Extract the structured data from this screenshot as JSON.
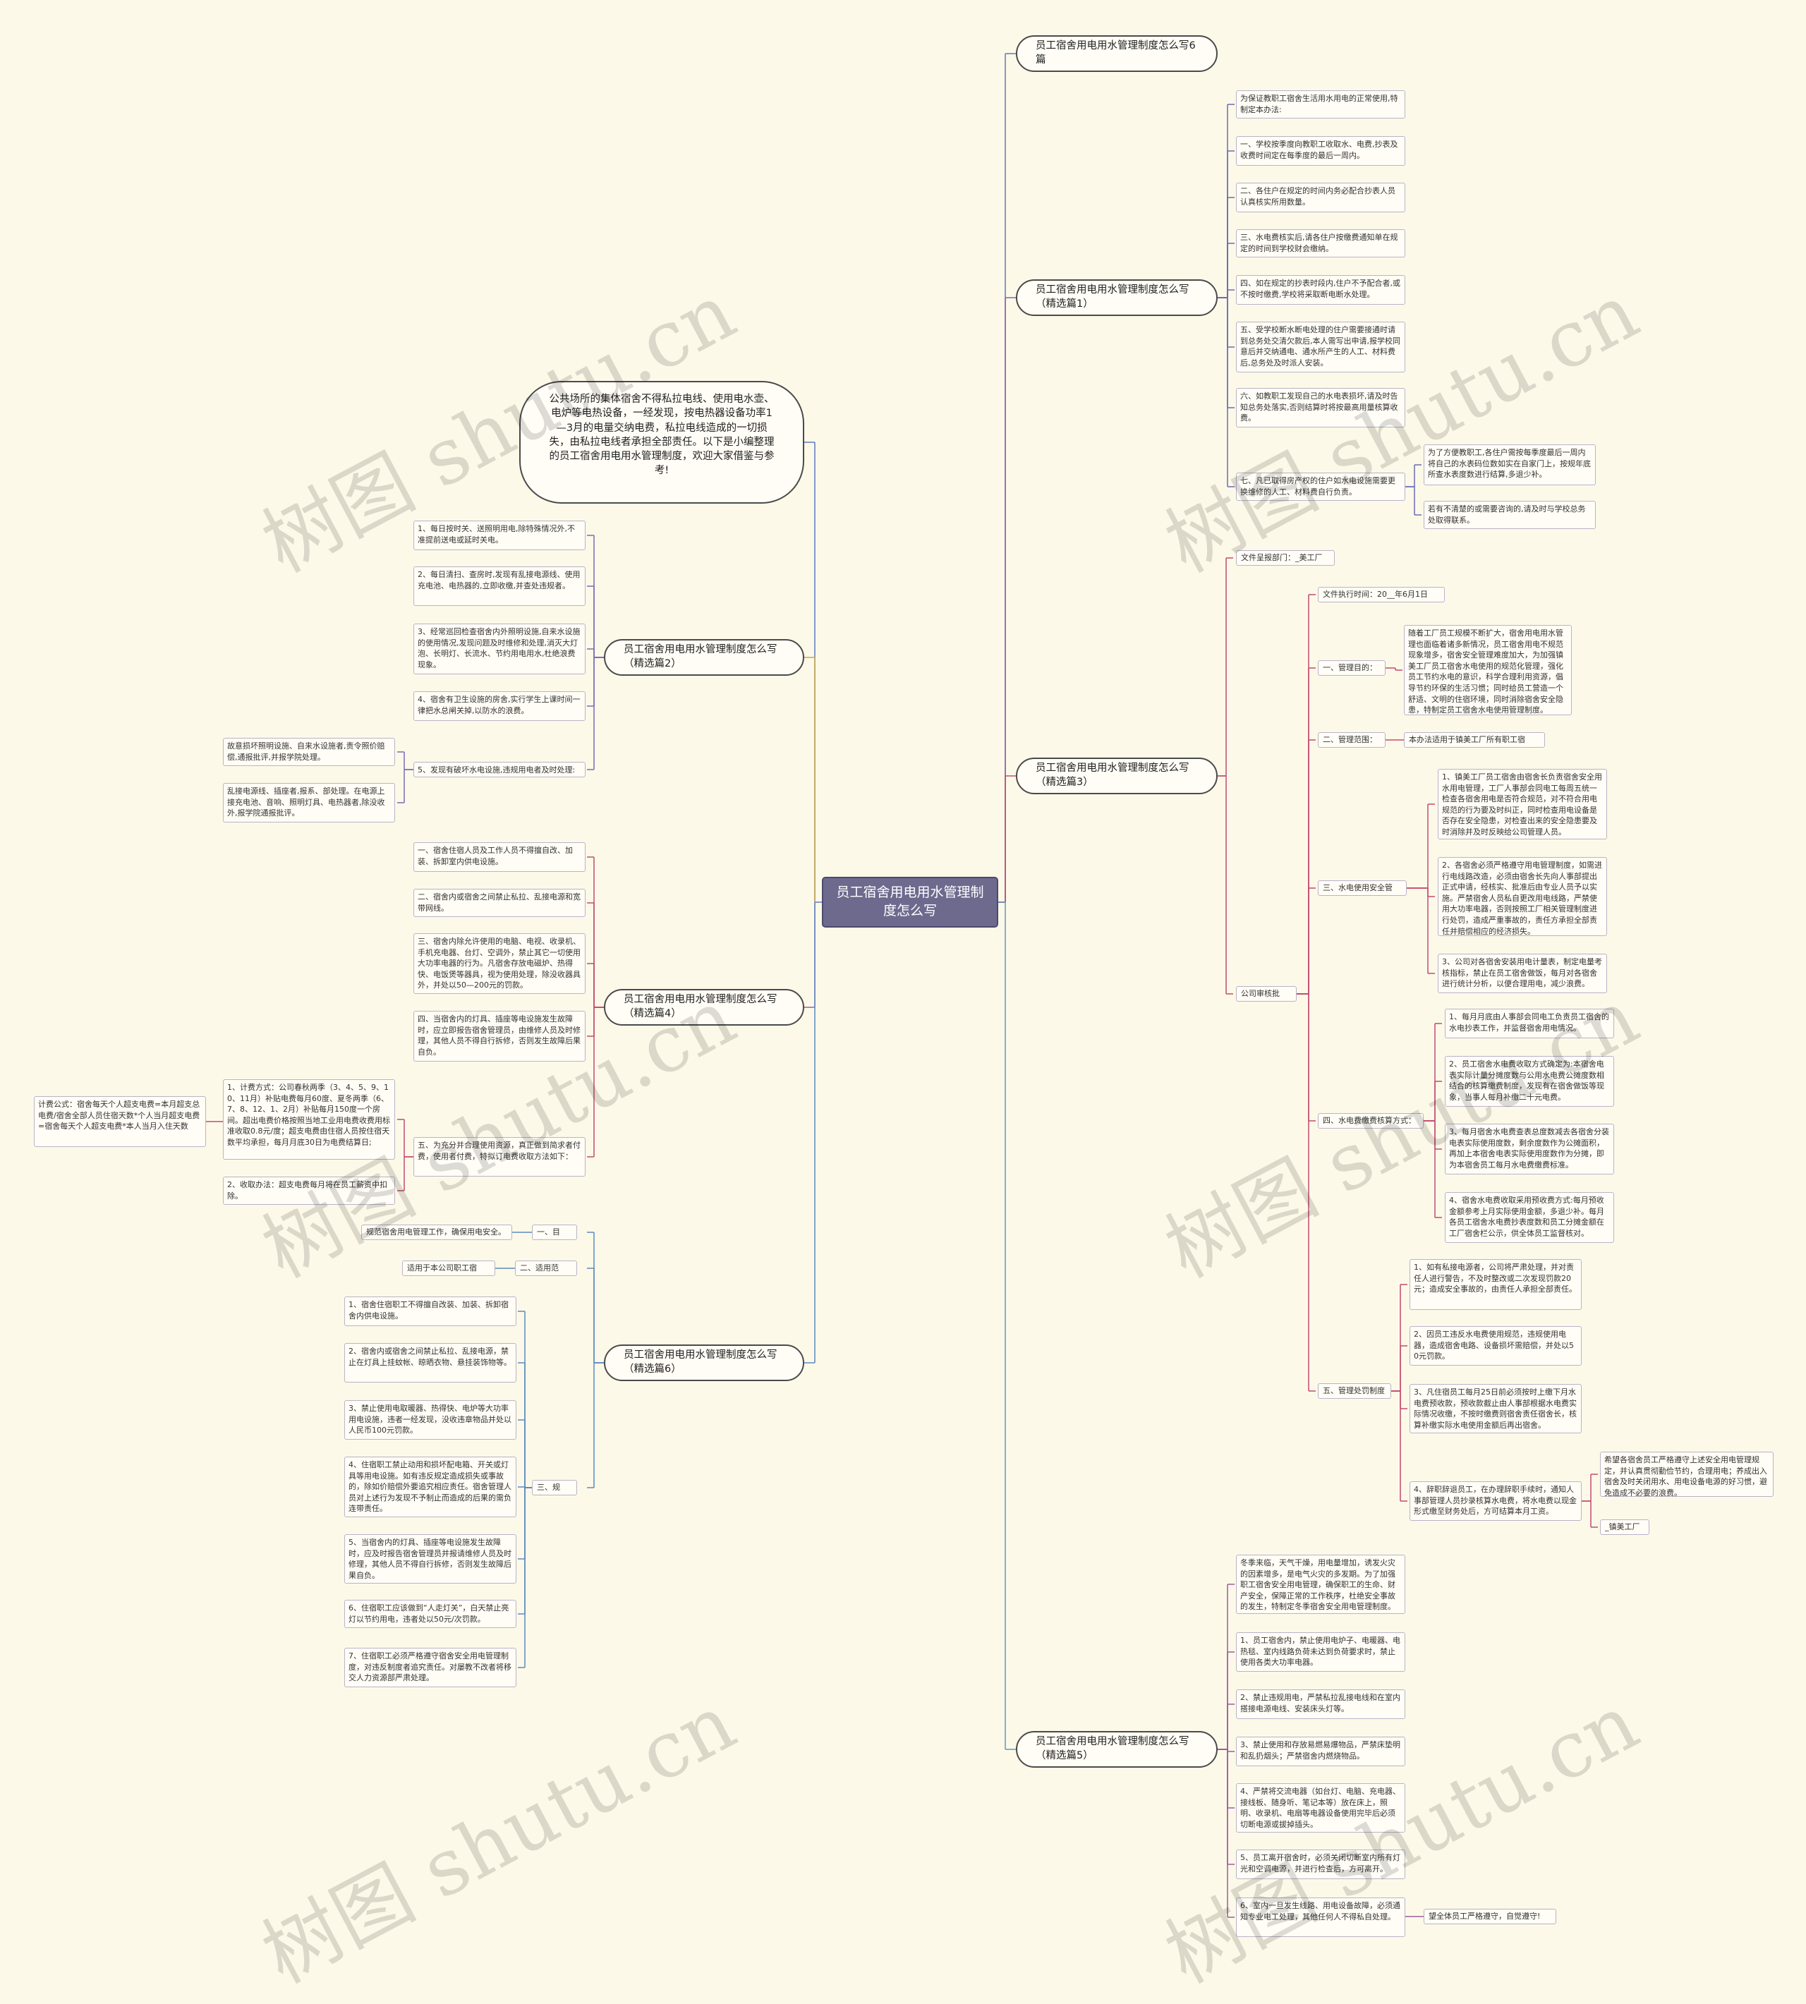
{
  "center": "员工宿舍用电用水管理制度怎么写",
  "intro": "公共场所的集体宿舍不得私拉电线、使用电水壶、电炉等电热设备，一经发现，按电热器设备功率1—3月的电量交纳电费，私拉电线造成的一切损失，由私拉电线者承担全部责任。以下是小编整理的员工宿舍用电用水管理制度，欢迎大家借鉴与参考!",
  "watermark": "树图 shutu.cn",
  "right": [
    {
      "title": "员工宿舍用电用水管理制度怎么写6篇",
      "children": []
    },
    {
      "title": "员工宿舍用电用水管理制度怎么写（精选篇1）",
      "children": [
        {
          "text": "为保证教职工宿舍生活用水用电的正常使用,特制定本办法:"
        },
        {
          "text": "一、学校按季度向教职工收取水、电费,抄表及收费时间定在每季度的最后一周内。"
        },
        {
          "text": "二、各住户在规定的时间内务必配合抄表人员认真核实所用数量。"
        },
        {
          "text": "三、水电费核实后,请各住户按缴费通知单在规定的时间到学校财会缴纳。"
        },
        {
          "text": "四、如在规定的抄表时段内,住户不予配合者,或不按时缴费,学校将采取断电断水处理。"
        },
        {
          "text": "五、受学校断水断电处理的住户需要接通时请到总务处交清欠款后,本人需写出申请,报学校同意后并交纳通电、通水所产生的人工、材料费后,总务处及时派人安装。"
        },
        {
          "text": "六、如教职工发现自己的水电表损坏,请及时告知总务处落实,否则结算时将按最高用量核算收费。"
        },
        {
          "text": "七、凡已取得房产权的住户如水电设施需要更换维修的人工、材料费自行负责。",
          "children": [
            {
              "text": "为了方便教职工,各住户需按每季度最后一周内将自己的水表码位数如实在自家门上，按规年底所查水表度数进行结算,多退少补。"
            },
            {
              "text": "若有不清楚的或需要咨询的,请及时与学校总务处取得联系。"
            }
          ]
        }
      ]
    },
    {
      "title": "员工宿舍用电用水管理制度怎么写（精选篇3）",
      "children": [
        {
          "text": "文件呈报部门：_美工厂"
        },
        {
          "text": "公司审核批准：",
          "children": [
            {
              "text": "文件执行时间：20__年6月1日"
            },
            {
              "text": "一、管理目的：",
              "children": [
                {
                  "text": "随着工厂员工规模不断扩大，宿舍用电用水管理也面临着诸多新情况，员工宿舍用电不规范现象增多，宿舍安全管理难度加大，为加强镇美工厂员工宿舍水电使用的规范化管理，强化员工节约水电的意识，科学合理利用资源，倡导节约环保的生活习惯；同时给员工营造一个舒适、文明的住宿环境，同时消除宿舍安全隐患，特制定员工宿舍水电使用管理制度。"
                }
              ]
            },
            {
              "text": "二、管理范围：",
              "children": [
                {
                  "text": "本办法适用于镇美工厂所有职工宿舍。"
                }
              ]
            },
            {
              "text": "三、水电使用安全管理：",
              "children": [
                {
                  "text": "1、镇美工厂员工宿舍由宿舍长负责宿舍安全用水用电管理，工厂人事部会同电工每周五统一检查各宿舍用电是否符合规范，对不符合用电规范的行为要及时纠正，同时检查用电设备是否存在安全隐患，对检查出来的安全隐患要及时消除并及时反映给公司管理人员。"
                },
                {
                  "text": "2、各宿舍必须严格遵守用电管理制度，如需进行电线路改造，必须由宿舍长先向人事部提出正式申请，经核实、批准后由专业人员予以实施。严禁宿舍人员私自更改用电线路，严禁使用大功率电器，否则按照工厂相关管理制度进行处罚，造成严重事故的，责任方承担全部责任并赔偿相应的经济损失。"
                },
                {
                  "text": "3、公司对各宿舍安装用电计量表，制定电量考核指标，禁止在员工宿舍做饭，每月对各宿舍进行统计分析，以便合理用电，减少浪费。"
                }
              ]
            },
            {
              "text": "四、水电费缴费核算方式：",
              "children": [
                {
                  "text": "1、每月月底由人事部会同电工负责员工宿舍的水电抄表工作，并监督宿舍用电情况。"
                },
                {
                  "text": "2、员工宿舍水电费收取方式确定为:本宿舍电表实际计量分摊度数与公用水电费公摊度数相结合的核算缴费制度，发现有在宿舍做饭等现象，当事人每月补缴二十元电费。"
                },
                {
                  "text": "3、每月宿舍水电费查表总度数减去各宿舍分装电表实际使用度数，剩余度数作为公摊面积，再加上本宿舍电表实际使用度数作为分摊，即为本宿舍员工每月水电费缴费标准。"
                },
                {
                  "text": "4、宿舍水电费收取采用预收费方式:每月预收金额参考上月实际使用金额，多退少补。每月各员工宿舍水电费抄表度数和员工分摊金额在工厂宿舍栏公示，供全体员工监督核对。"
                }
              ]
            },
            {
              "text": "五、管理处罚制度",
              "children": [
                {
                  "text": "1、如有私接电源者，公司将严肃处理，并对责任人进行警告，不及时整改或二次发现罚款20元；造成安全事故的，由责任人承担全部责任。"
                },
                {
                  "text": "2、因员工违反水电费使用规范，违规使用电器，造成宿舍电路、设备损坏需赔偿，并处以50元罚款。"
                },
                {
                  "text": "3、凡住宿员工每月25日前必须按时上缴下月水电费预收款，预收款截止由人事部根据水电费实际情况收缴，不按时缴费则宿舍责任宿舍长，核算补缴实际水电使用金额后再出宿舍。"
                },
                {
                  "text": "4、辞职辞退员工，在办理辞职手续时，通知人事部管理人员抄录核算水电费，将水电费以现金形式缴至财务处后，方可结算本月工资。",
                  "children": [
                    {
                      "text": "希望各宿舍员工严格遵守上述安全用电管理规定，并认真贯彻勤俭节约，合理用电；养成出入宿舍及时关闭用水、用电设备电源的好习惯，避免造成不必要的浪费。"
                    },
                    {
                      "text": "_镇美工厂"
                    }
                  ]
                }
              ]
            }
          ]
        }
      ]
    },
    {
      "title": "员工宿舍用电用水管理制度怎么写（精选篇5）",
      "children": [
        {
          "text": "冬季来临，天气干燥，用电量增加，诱发火灾的因素增多，是电气火灾的多发期。为了加强职工宿舍安全用电管理，确保职工的生命、财产安全，保障正常的工作秩序，杜绝安全事故的发生，特制定冬季宿舍安全用电管理制度。"
        },
        {
          "text": "1、员工宿舍内，禁止使用电炉子、电暖器、电热毯、室内线路负荷未达到负荷要求时，禁止使用各类大功率电器。"
        },
        {
          "text": "2、禁止违规用电，严禁私拉乱接电线和在室内搭接电源电线、安装床头灯等。"
        },
        {
          "text": "3、禁止使用和存放易燃易爆物品，严禁床垫明和乱扔烟头；严禁宿舍内燃烧物品。"
        },
        {
          "text": "4、严禁将交流电器（如台灯、电脑、充电器、接线板、随身听、笔记本等）放在床上，照明、收录机、电扇等电器设备使用完毕后必须切断电源或拔掉插头。"
        },
        {
          "text": "5、员工离开宿舍时，必须关闭切断室内所有灯光和空调电源，并进行检查后，方可离开。"
        },
        {
          "text": "6、室内一旦发生线路、用电设备故障，必须通知专业电工处理，其他任何人不得私自处理。",
          "children": [
            {
              "text": "望全体员工严格遵守，自觉遵守!"
            }
          ]
        }
      ]
    }
  ],
  "left": [
    {
      "title": "员工宿舍用电用水管理制度怎么写（精选篇2）",
      "children": [
        {
          "text": "1、每日按时关、送照明用电,除特殊情况外,不准提前送电或延时关电。"
        },
        {
          "text": "2、每日清扫、查房时,发现有乱接电源线、使用充电池、电热器的,立即收缴,并查处违规者。"
        },
        {
          "text": "3、经常巡回检查宿舍内外照明设施,自来水设施的使用情况,发现问题及时维修和处理,消灭大灯泡、长明灯、长流水、节约用电用水,杜绝浪费现象。"
        },
        {
          "text": "4、宿舍有卫生设施的房舍,实行学生上课时间一律把水总闸关掉,以防水的浪费。"
        },
        {
          "text": "5、发现有破坏水电设施,违规用电者及时处理:",
          "children": [
            {
              "text": "故意损坏照明设施、自来水设施者,责令照价赔偿,通报批评,并报学院处理。"
            },
            {
              "text": "乱接电源线、插座者,报系、部处理。在电源上接充电池、音响、照明灯具、电热器者,除没收外,报学院通报批评。"
            }
          ]
        }
      ]
    },
    {
      "title": "员工宿舍用电用水管理制度怎么写（精选篇4）",
      "children": [
        {
          "text": "一、宿舍住宿人员及工作人员不得擅自改、加装、拆卸室内供电设施。"
        },
        {
          "text": "二、宿舍内或宿舍之间禁止私拉、乱接电源和宽带网线。"
        },
        {
          "text": "三、宿舍内除允许使用的电脑、电视、收录机、手机充电器、台灯、空调外，禁止其它一切使用大功率电器的行为。凡宿舍存放电磁炉、热得快、电饭煲等器具，视为使用处理，除没收器具外，并处以50—200元的罚款。"
        },
        {
          "text": "四、当宿舍内的灯具、插座等电设施发生故障时，应立即报告宿舍管理员，由维修人员及时修理，其他人员不得自行拆修，否则发生故障后果自负。"
        },
        {
          "text": "五、为充分并合理使用资源，真正做到简求者付费，使用者付费，特拟订电费收取方法如下：",
          "children": [
            {
              "text": "1、计费方式：公司春秋两季（3、4、5、9、10、11月）补贴电费每月60度、夏冬两季（6、7、8、12、1、2月）补贴每月150度一个房间。超出电费价格按照当地工业用电费收费用标准收取0.8元/度；超支电费由住宿人员按住宿天数平均承担，每月月底30日为电费结算日;",
              "children": [
                {
                  "text": "计费公式：宿舍每天个人超支电费=本月超支总电费/宿舍全部人员住宿天数*个人当月超支电费=宿舍每天个人超支电费*本人当月入住天数"
                }
              ]
            },
            {
              "text": "2、收取办法：超支电费每月将在员工薪资中扣除。"
            }
          ]
        }
      ]
    },
    {
      "title": "员工宿舍用电用水管理制度怎么写（精选篇6）",
      "children": [
        {
          "text": "一、目的：",
          "children": [
            {
              "text": "规范宿舍用电管理工作，确保用电安全。"
            }
          ]
        },
        {
          "text": "二、适用范围：",
          "children": [
            {
              "text": "适用于本公司职工宿舍。"
            }
          ]
        },
        {
          "text": "三、规定：",
          "children": [
            {
              "text": "1、宿舍住宿职工不得擅自改装、加装、拆卸宿舍内供电设施。"
            },
            {
              "text": "2、宿舍内或宿舍之间禁止私拉、乱接电源，禁止在灯具上挂蚊帐、晾晒衣物、悬挂装饰物等。"
            },
            {
              "text": "3、禁止使用电取暖器、热得快、电炉等大功率用电设施，违者一经发现，没收违章物品并处以人民币100元罚款。"
            },
            {
              "text": "4、住宿职工禁止动用和损坏配电箱、开关或灯具等用电设施。如有违反规定造成损失或事故的，除如价赔偿外要追究相应责任。宿舍管理人员对上述行为发现不予制止而造成的后果的需负连带责任。"
            },
            {
              "text": "5、当宿舍内的灯具、插座等电设施发生故障时，应及时报告宿舍管理员并报请维修人员及时修理，其他人员不得自行拆修，否则发生故障后果自负。"
            },
            {
              "text": "6、住宿职工应该做到“人走灯关”，白天禁止亮灯以节约用电，违者处以50元/次罚款。"
            },
            {
              "text": "7、住宿职工必须严格遵守宿舍安全用电管理制度，对违反制度者追究责任。对屡教不改者将移交人力资源部严肃处理。"
            }
          ]
        }
      ]
    }
  ]
}
